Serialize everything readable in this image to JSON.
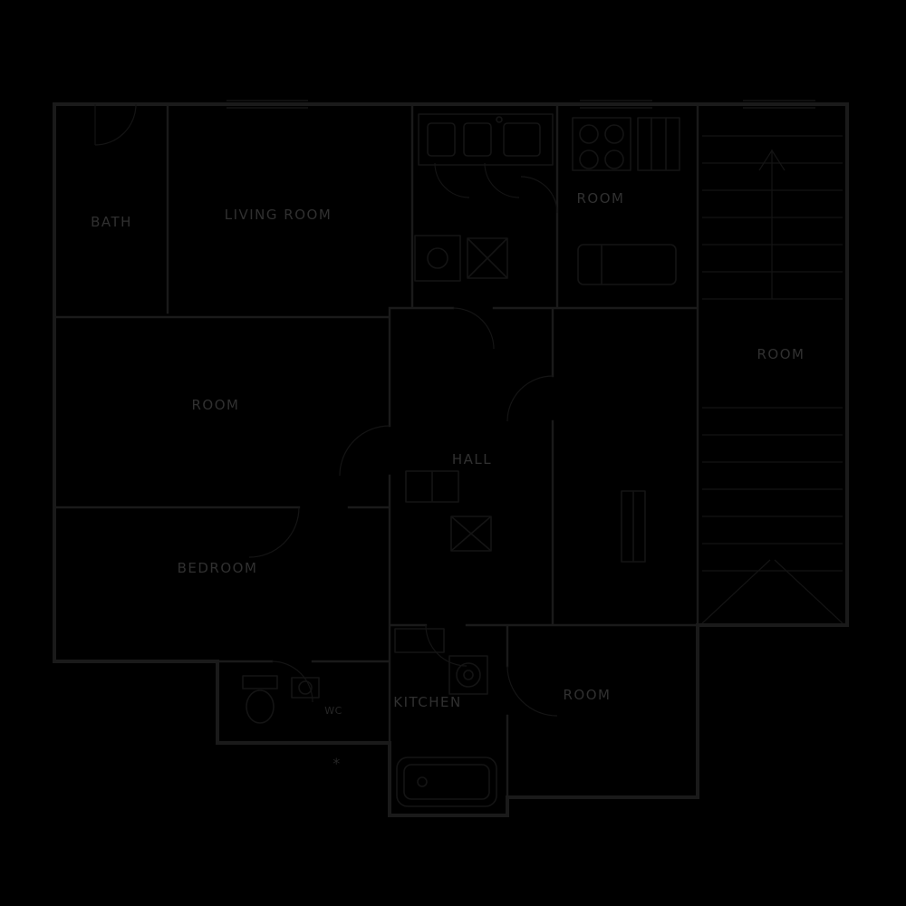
{
  "page": {
    "colors": {
      "background": "#000000",
      "wall": "#1a1a1a",
      "fixture": "#141414",
      "label": "#303030",
      "label-dim": "#262626"
    }
  },
  "floor_plan": {
    "rooms": [
      {
        "label": "BATH"
      },
      {
        "label": "LIVING ROOM"
      },
      {
        "label": "ROOM"
      },
      {
        "label": "ROOM"
      },
      {
        "label": "ROOM"
      },
      {
        "label": "HALL"
      },
      {
        "label": "BEDROOM"
      },
      {
        "label": "KITCHEN"
      },
      {
        "label": "ROOM"
      },
      {
        "label": "WC"
      },
      {
        "label": "*"
      }
    ],
    "icons": {
      "stove-icon": "four burner circles",
      "fridge-icon": "rectangle with vertical lines",
      "sink-icon": "counter with basin bowls",
      "bed-icon": "rounded rectangle with pillow line",
      "toilet-icon": "tank and bowl ellipse",
      "basin-icon": "small rect with circle",
      "washer-icon": "square with drum circles",
      "bathtub-icon": "rounded rectangle tub with drain",
      "cabinet-icon": "split rectangle",
      "shaft-icon": "square with diagonals",
      "radiator-icon": "tall split rectangle",
      "stairs-icon": "treads with direction arrow",
      "door-arc-icon": "quarter-circle door swing"
    }
  }
}
